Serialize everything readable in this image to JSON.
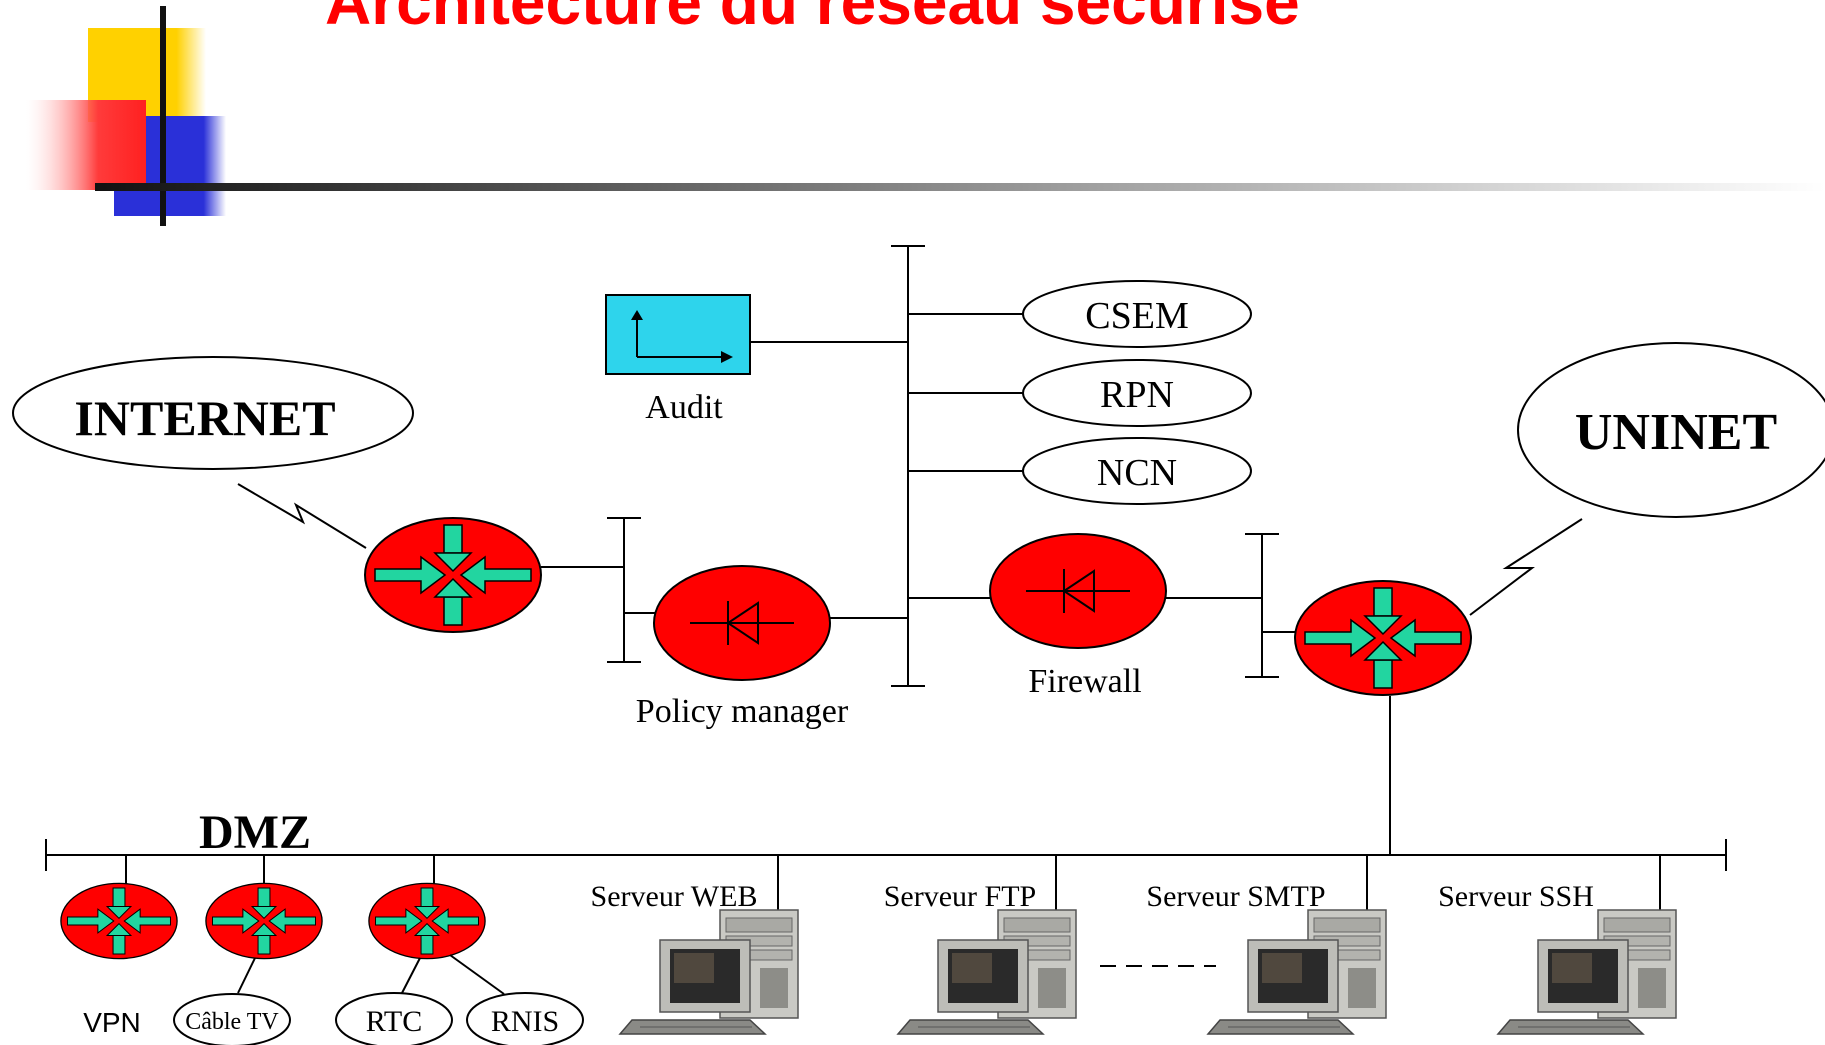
{
  "title": "Architecture du réseau sécurisé",
  "clouds": {
    "internet": "INTERNET",
    "uninet": "UNINET",
    "csem": "CSEM",
    "rpn": "RPN",
    "ncn": "NCN",
    "cable_tv": "Câble TV",
    "rtc": "RTC",
    "rnis": "RNIS"
  },
  "labels": {
    "audit": "Audit",
    "policy_manager": "Policy manager",
    "firewall": "Firewall",
    "dmz": "DMZ",
    "vpn": "VPN"
  },
  "servers": {
    "web": "Serveur WEB",
    "ftp": "Serveur FTP",
    "smtp": "Serveur SMTP",
    "ssh": "Serveur SSH"
  },
  "colors": {
    "title": "#ff0000",
    "router_fill": "#ff0000",
    "router_arrows": "#22d5a0",
    "audit_box": "#2ed4ec"
  }
}
